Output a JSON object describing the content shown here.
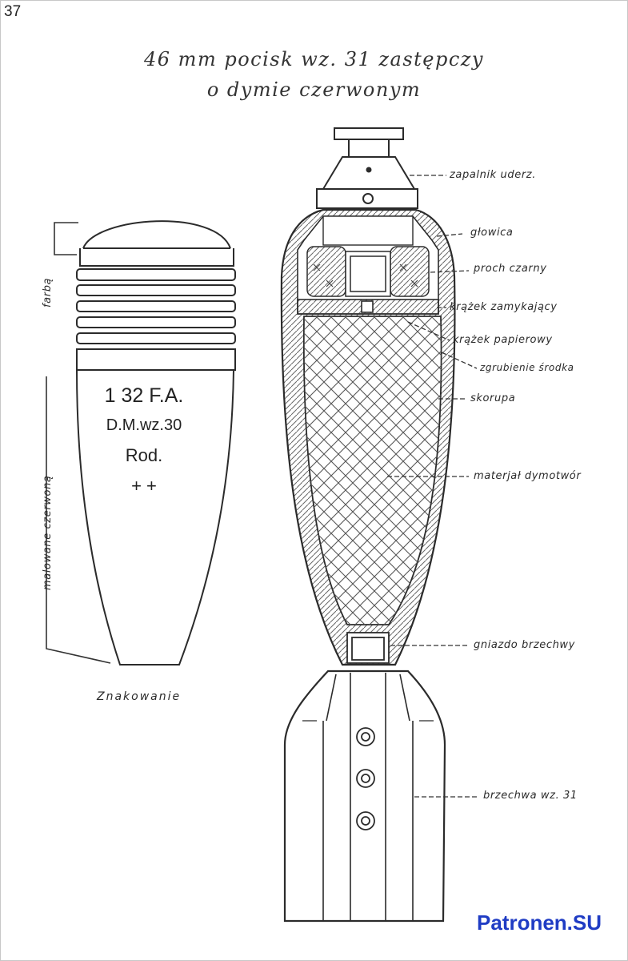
{
  "page": {
    "number": "37"
  },
  "title": {
    "line1": "46 mm pocisk wz. 31 zastępczy",
    "line2": "o dymie czerwonym"
  },
  "callouts": [
    {
      "id": "fuze",
      "text": "zapalnik uderz."
    },
    {
      "id": "head",
      "text": "głowica"
    },
    {
      "id": "powder",
      "text": "proch czarny"
    },
    {
      "id": "closing-disc",
      "text": "krążek zamykający"
    },
    {
      "id": "paper-disc",
      "text": "krążek papierowy"
    },
    {
      "id": "thickening",
      "text": "zgrubienie środka"
    },
    {
      "id": "shell",
      "text": "skorupa"
    },
    {
      "id": "smoke-material",
      "text": "materjał dymotwór"
    },
    {
      "id": "tail-socket",
      "text": "gniazdo brzechwy"
    },
    {
      "id": "tail",
      "text": "brzechwa wz. 31"
    }
  ],
  "marking": {
    "line1": "1 32 F.A.",
    "line2": "D.M.wz.30",
    "line3": "Rod.",
    "line4": "+ +",
    "caption": "Znakowanie",
    "vertical_label_a": "malowane czerwoną",
    "vertical_label_b": "farbą"
  },
  "watermark": "Patronen.SU"
}
